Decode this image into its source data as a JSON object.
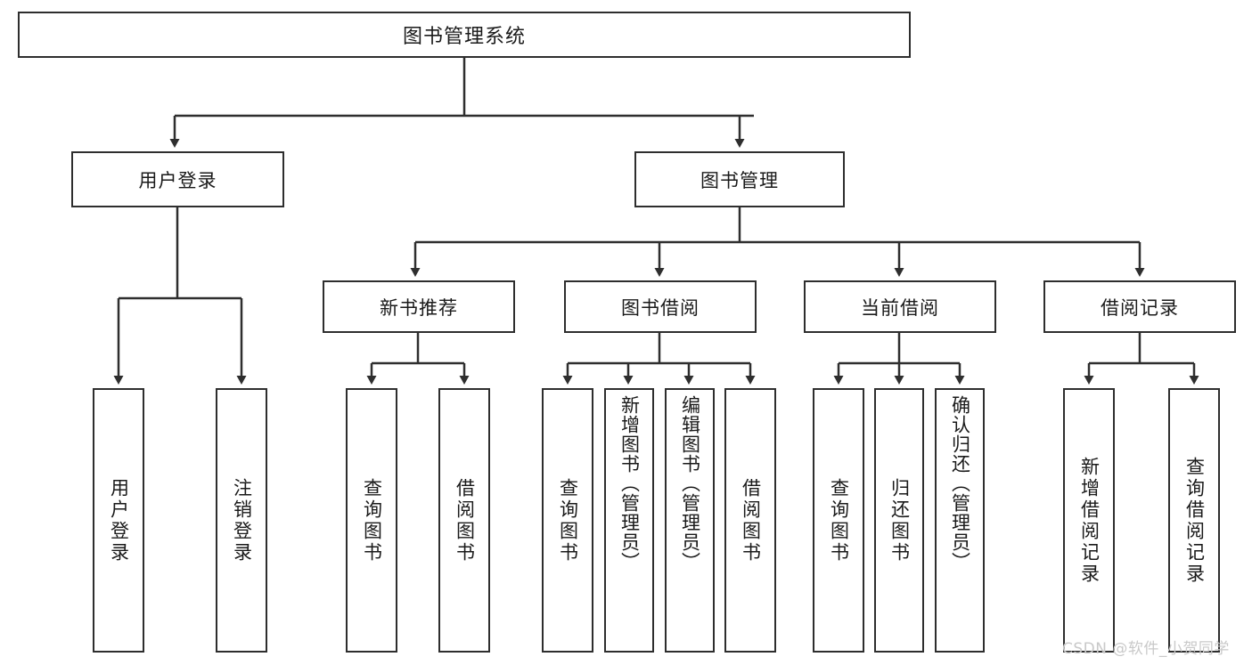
{
  "diagram": {
    "title": "图书管理系统",
    "type": "tree",
    "root": {
      "label": "图书管理系统"
    },
    "level1": [
      {
        "label": "用户登录"
      },
      {
        "label": "图书管理"
      }
    ],
    "level2": [
      {
        "label": "新书推荐"
      },
      {
        "label": "图书借阅"
      },
      {
        "label": "当前借阅"
      },
      {
        "label": "借阅记录"
      }
    ],
    "leaves": {
      "user_login": [
        {
          "label": "用户登录"
        },
        {
          "label": "注销登录"
        }
      ],
      "new_book_recommend": [
        {
          "label": "查询图书"
        },
        {
          "label": "借阅图书"
        }
      ],
      "book_borrow": [
        {
          "label": "查询图书"
        },
        {
          "label": "新增图书（管理员）"
        },
        {
          "label": "编辑图书（管理员）"
        },
        {
          "label": "借阅图书"
        }
      ],
      "current_borrow": [
        {
          "label": "查询图书"
        },
        {
          "label": "归还图书"
        },
        {
          "label": "确认归还（管理员）"
        }
      ],
      "borrow_record": [
        {
          "label": "新增借阅记录"
        },
        {
          "label": "查询借阅记录"
        }
      ]
    }
  },
  "watermark": {
    "text": "CSDN @软件_小贺同学"
  },
  "colors": {
    "stroke": "#2e2e2e",
    "fill": "#ffffff",
    "text": "#1a1a1a",
    "watermark": "#c9c9c9"
  }
}
